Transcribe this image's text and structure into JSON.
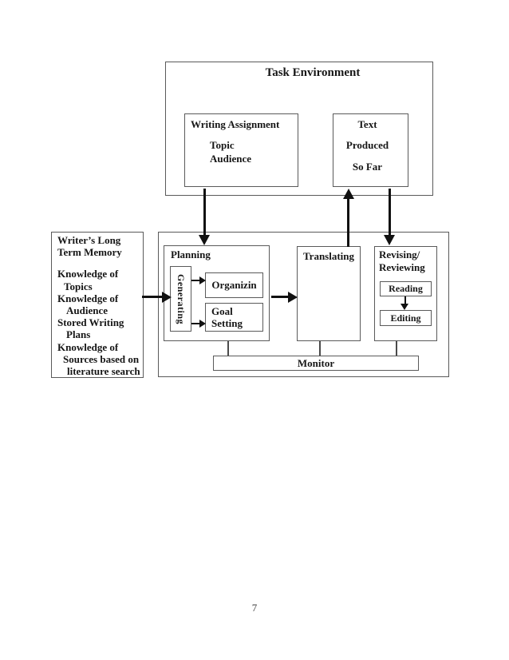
{
  "colors": {
    "background": "#ffffff",
    "box_border": "#5a5a5a",
    "arrow_line": "#111111",
    "text": "#161616"
  },
  "task_environment": {
    "title": "Task Environment",
    "writing_assignment": {
      "title": "Writing Assignment",
      "topic": "Topic",
      "audience": "Audience"
    },
    "text_produced": {
      "line1": "Text",
      "line2": "Produced",
      "line3": "So Far"
    }
  },
  "long_term_memory": {
    "lines": [
      {
        "text": "Writer’s Long"
      },
      {
        "text": "Term Memory"
      },
      {
        "text": "Knowledge of"
      },
      {
        "text": "Topics"
      },
      {
        "text": "Knowledge of"
      },
      {
        "text": "Audience"
      },
      {
        "text": "Stored Writing"
      },
      {
        "text": "Plans"
      },
      {
        "text": "Knowledge of"
      },
      {
        "text": "Sources based on"
      },
      {
        "text": "literature search"
      }
    ]
  },
  "process": {
    "planning": {
      "title": "Planning",
      "generating": "Generating",
      "organizing": "Organizin",
      "goal_setting": "Goal\nSetting"
    },
    "translating": {
      "title": "Translating"
    },
    "revising": {
      "title": "Revising/\nReviewing",
      "reading": "Reading",
      "editing": "Editing"
    },
    "monitor": "Monitor"
  },
  "page": {
    "number": "7"
  }
}
